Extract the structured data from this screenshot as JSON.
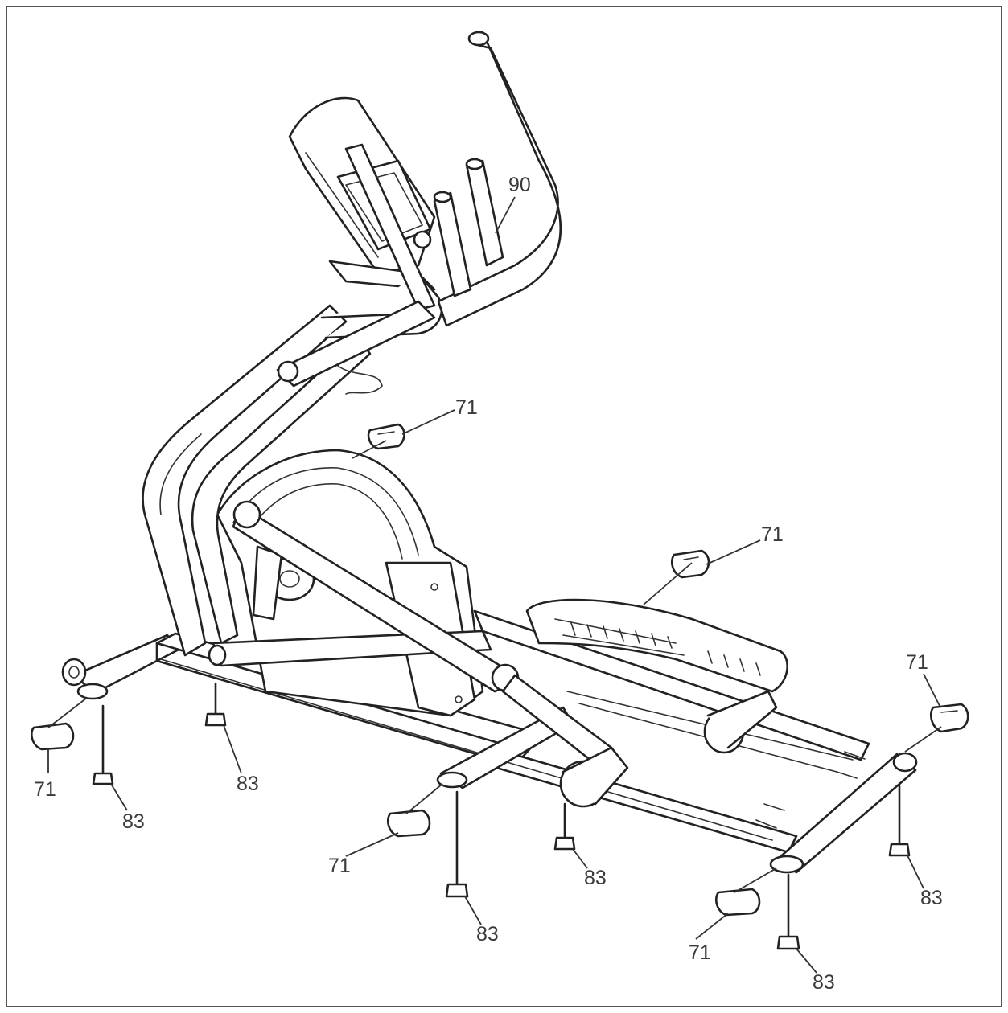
{
  "diagram": {
    "callouts": [
      {
        "id": "c90",
        "number": "90"
      },
      {
        "id": "c71a",
        "number": "71"
      },
      {
        "id": "c71b",
        "number": "71"
      },
      {
        "id": "c71c",
        "number": "71"
      },
      {
        "id": "c71d",
        "number": "71"
      },
      {
        "id": "c71e",
        "number": "71"
      },
      {
        "id": "c71f",
        "number": "71"
      },
      {
        "id": "c83a",
        "number": "83"
      },
      {
        "id": "c83b",
        "number": "83"
      },
      {
        "id": "c83c",
        "number": "83"
      },
      {
        "id": "c83d",
        "number": "83"
      },
      {
        "id": "c83e",
        "number": "83"
      },
      {
        "id": "c83f",
        "number": "83"
      }
    ]
  }
}
